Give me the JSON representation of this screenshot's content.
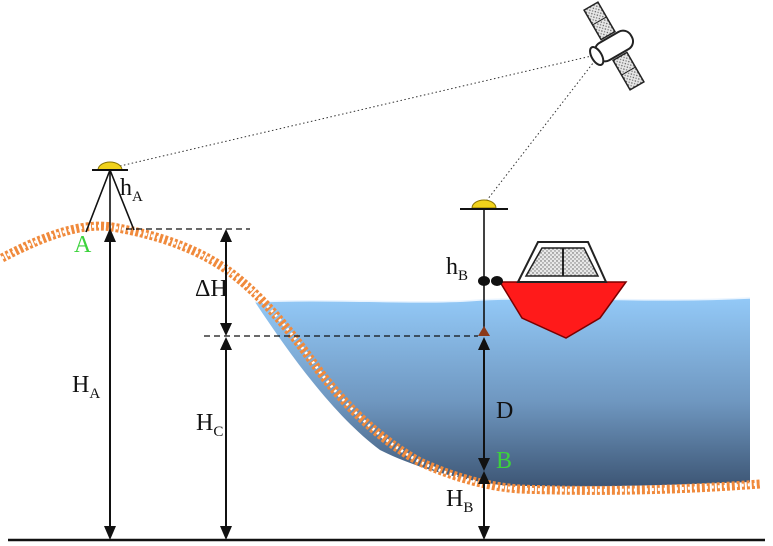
{
  "labels": {
    "point_a": "A",
    "point_b": "B",
    "h_a": {
      "main": "h",
      "sub": "A"
    },
    "h_b": {
      "main": "h",
      "sub": "B"
    },
    "delta_h": "ΔH",
    "big_h_a": {
      "main": "H",
      "sub": "A"
    },
    "big_h_c": {
      "main": "H",
      "sub": "C"
    },
    "big_h_b": {
      "main": "H",
      "sub": "B"
    },
    "depth": "D"
  },
  "colors": {
    "point_label": "#3cd23c",
    "terrain_hatch": "#f08a3c",
    "boat_hull": "#ff1a1a",
    "water_top": "#93c9f7",
    "water_bottom": "#3d5675",
    "antenna": "#f1d21b"
  },
  "icons": {
    "satellite": "satellite-icon",
    "boat": "boat-icon",
    "receiver_a": "gps-antenna-icon",
    "receiver_b": "gps-antenna-icon"
  }
}
